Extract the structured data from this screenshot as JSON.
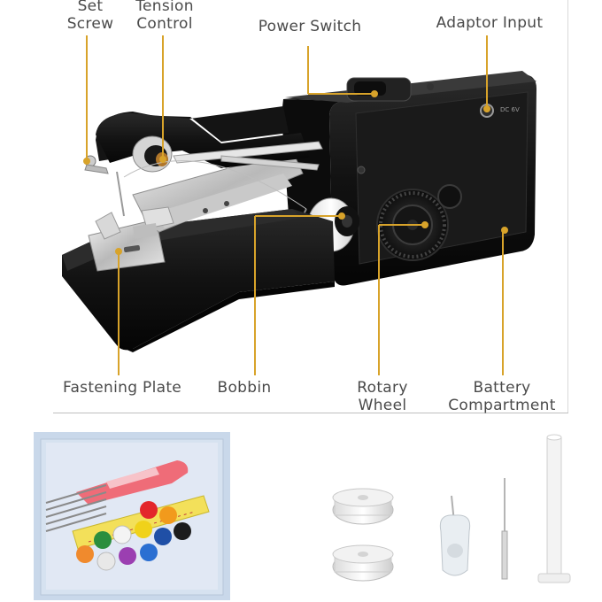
{
  "labels": {
    "set_screw": [
      "Set",
      "Screw"
    ],
    "tension_control": [
      "Tension",
      "Control"
    ],
    "power_switch": "Power Switch",
    "adaptor_input": "Adaptor Input",
    "fastening_plate": "Fastening Plate",
    "bobbin": "Bobbin",
    "rotary_wheel": [
      "Rotary",
      "Wheel"
    ],
    "battery_compartment": [
      "Battery",
      "Compartment"
    ]
  },
  "product_text": {
    "dc_port": "DC 6V"
  },
  "colors": {
    "leader_line": "#d8a32a",
    "machine_body": "#151515",
    "label_text": "#4a4a4a"
  }
}
